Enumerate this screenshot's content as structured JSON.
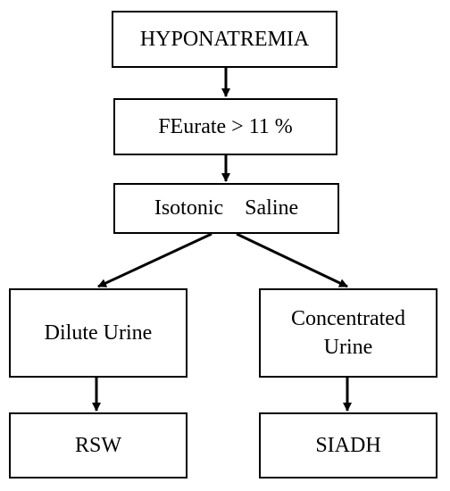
{
  "nodes": {
    "hyponatremia": "HYPONATREMIA",
    "feurate": "FEurate > 11 %",
    "saline": "Isotonic    Saline",
    "dilute": "Dilute Urine",
    "concentrated": "Concentrated\nUrine",
    "rsw": "RSW",
    "siadh": "SIADH"
  },
  "edges": [
    {
      "from": "hyponatremia",
      "to": "feurate"
    },
    {
      "from": "feurate",
      "to": "saline"
    },
    {
      "from": "saline",
      "to": "dilute"
    },
    {
      "from": "saline",
      "to": "concentrated"
    },
    {
      "from": "dilute",
      "to": "rsw"
    },
    {
      "from": "concentrated",
      "to": "siadh"
    }
  ],
  "colors": {
    "stroke": "#000000",
    "background": "#ffffff"
  }
}
